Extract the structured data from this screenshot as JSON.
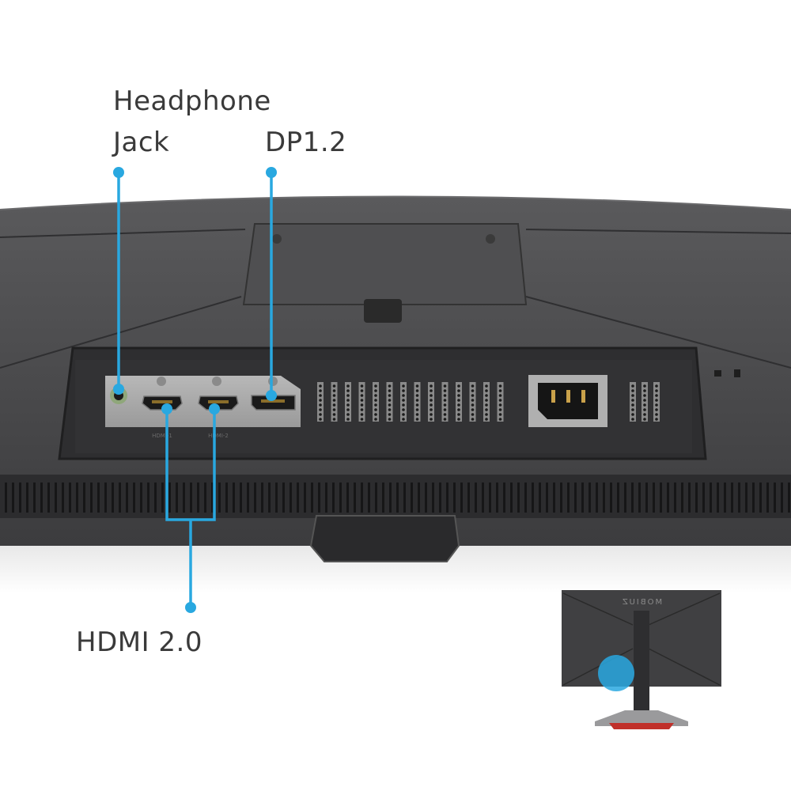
{
  "callouts": {
    "headphone_line1": "Headphone",
    "headphone_line2": "Jack",
    "dp": "DP1.2",
    "hdmi": "HDMI 2.0"
  },
  "port_labels": [
    "HDMI-1",
    "HDMI-2"
  ],
  "logo": "MOBIUZ",
  "colors": {
    "callout_blue": "#29a8e0",
    "housing": "#4b4b4d",
    "port_plate": "#a9a9a9",
    "stand_accent_red": "#c0302a"
  }
}
